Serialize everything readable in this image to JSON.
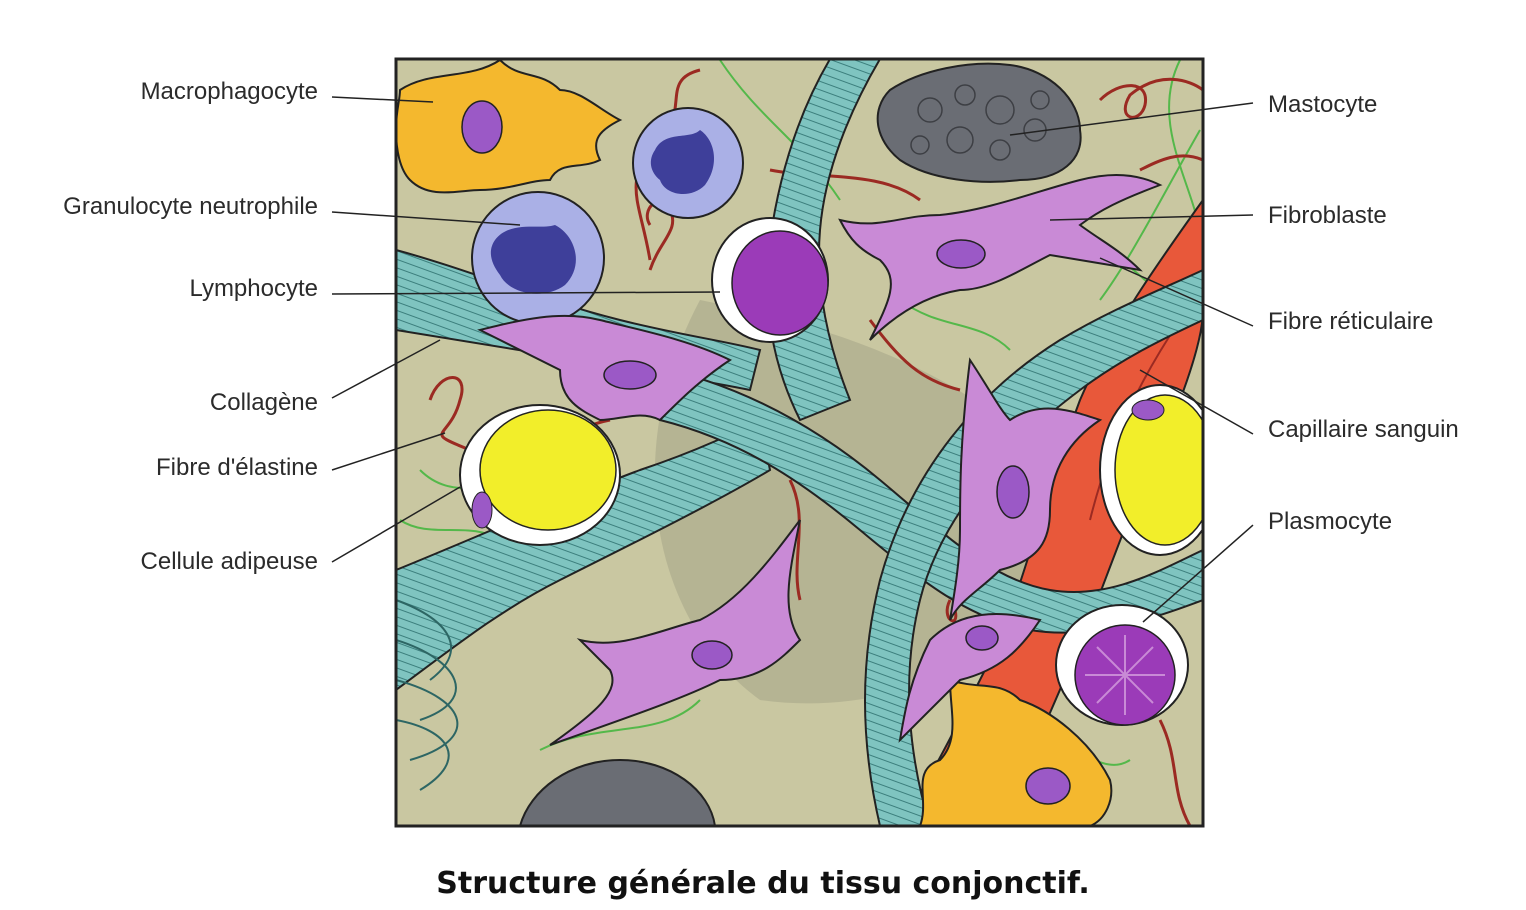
{
  "caption": "Structure générale du tissu conjonctif.",
  "labels": {
    "macrophagocyte": "Macrophagocyte",
    "granulocyte": "Granulocyte neutrophile",
    "lymphocyte": "Lymphocyte",
    "collagene": "Collagène",
    "elastine": "Fibre d'élastine",
    "adipeuse": "Cellule adipeuse",
    "mastocyte": "Mastocyte",
    "fibroblaste": "Fibroblaste",
    "reticulaire": "Fibre réticulaire",
    "capillaire": "Capillaire sanguin",
    "plasmocyte": "Plasmocyte"
  },
  "colors": {
    "background": "#c9c7a1",
    "collagen": "#7fc4c0",
    "fibroblast": "#c98ad6",
    "macrophage": "#f4b82e",
    "adipocyte": "#f2ee2a",
    "neutrophil": "#8c95d8",
    "mastocyte": "#6a6d74",
    "capillary": "#e8583a",
    "elastin": "#9b2a22",
    "reticular": "#54b84a"
  }
}
